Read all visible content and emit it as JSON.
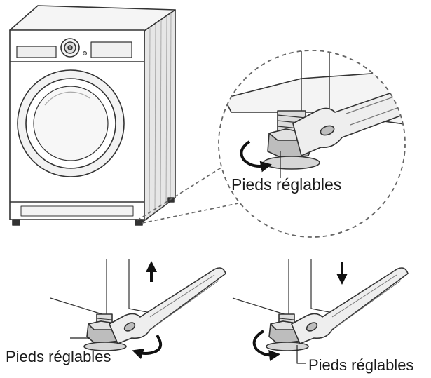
{
  "labels": {
    "zoom_callout": "Pieds réglables",
    "raise_view": "Pieds réglables",
    "lower_view": "Pieds réglables"
  },
  "colors": {
    "line": "#333333",
    "fill_light": "#f4f4f4",
    "fill_mid": "#dcdcdc",
    "fill_dark": "#bdbdbd",
    "arrow": "#111111"
  },
  "icons": {
    "raise": "arrow-up-icon",
    "lower": "arrow-down-icon",
    "rotate": "curved-arrow-icon"
  }
}
